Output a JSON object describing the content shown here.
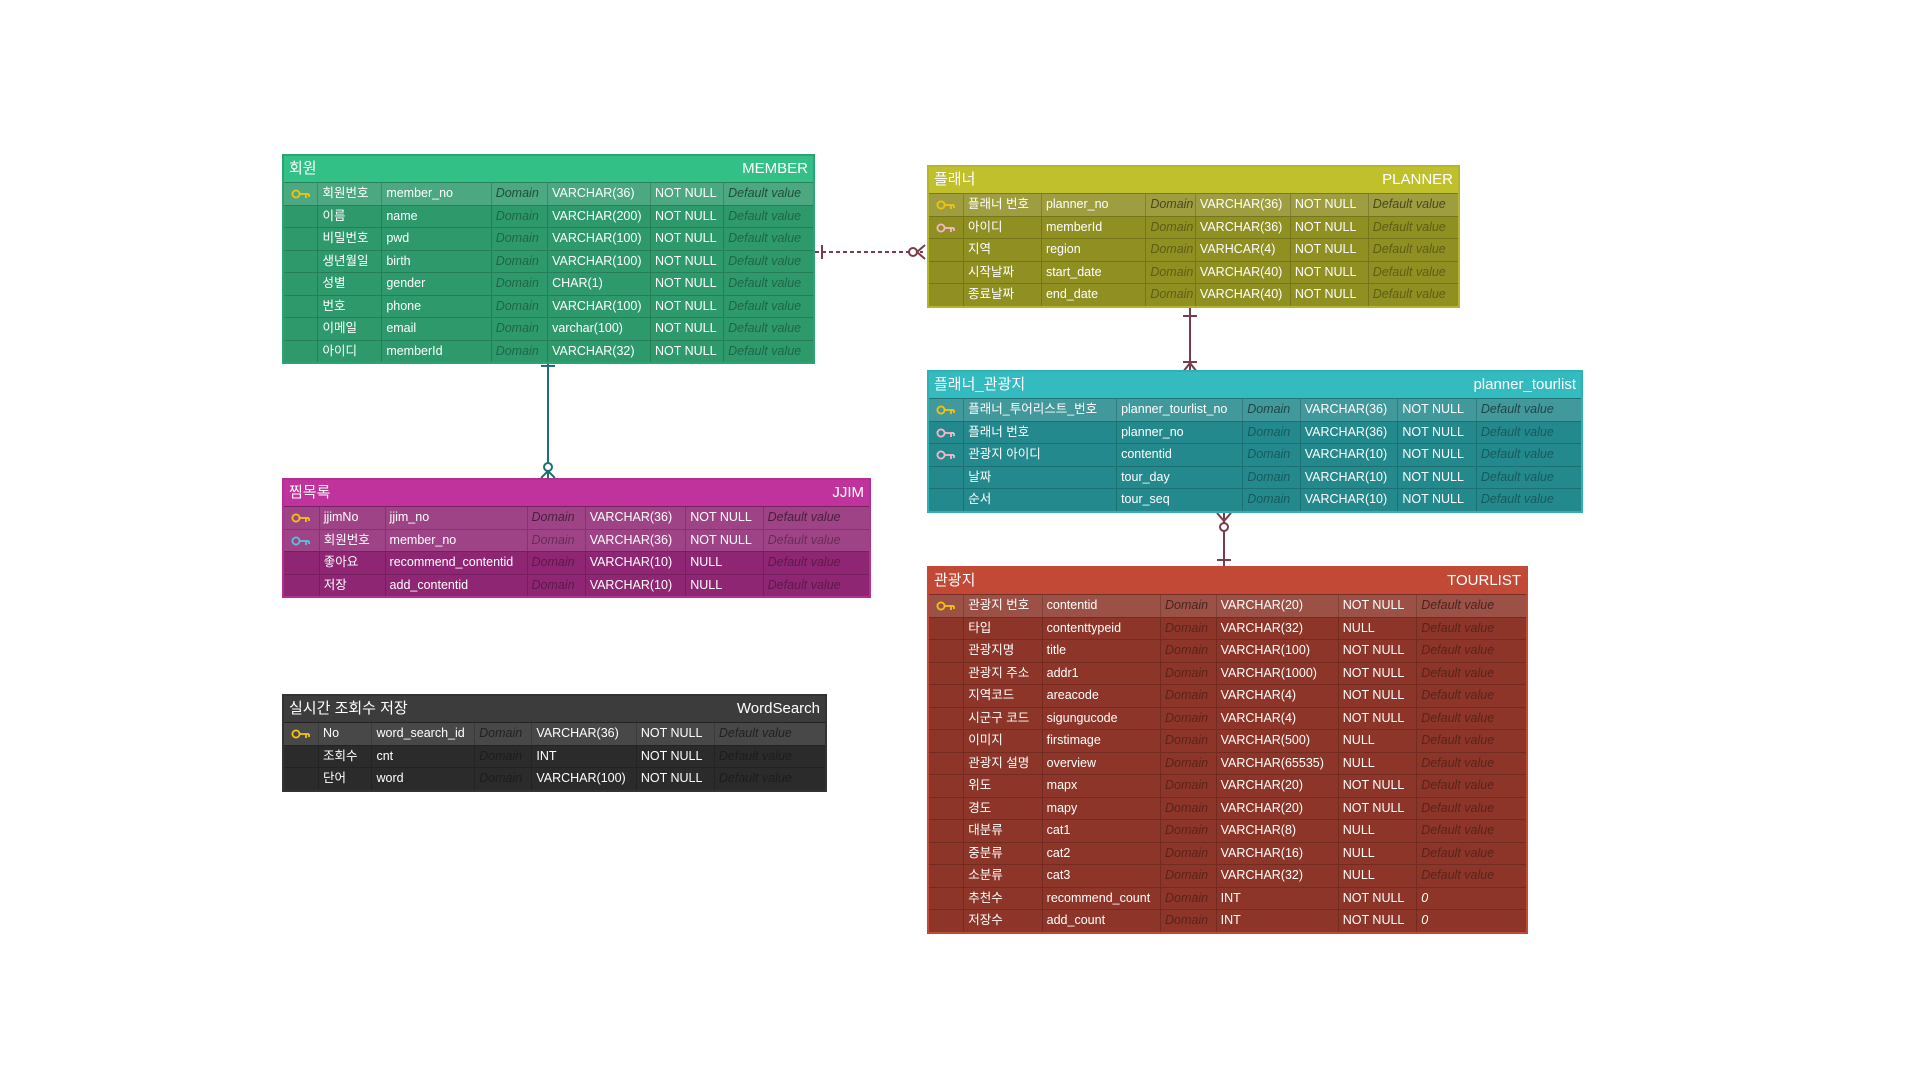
{
  "colors": {
    "member": "#33c087",
    "planner": "#c0c02d",
    "planner_tourlist": "#33bbc0",
    "jjim": "#c0339c",
    "wordsearch": "#3c3c3c",
    "tourlist": "#c24936",
    "pk_key": "#f1c40f",
    "fk_key": "#f7b7c9",
    "pfk_key": "#5bc0de",
    "relation_line": "#7a3b4a"
  },
  "tables": {
    "member": {
      "logical_name": "회원",
      "physical_name": "MEMBER",
      "columns": [
        {
          "key": "pk",
          "logical": "회원번호",
          "physical": "member_no",
          "domain": "Domain",
          "type": "VARCHAR(36)",
          "nullable": "NOT NULL",
          "default": "Default value"
        },
        {
          "key": "",
          "logical": "이름",
          "physical": "name",
          "domain": "Domain",
          "type": "VARCHAR(200)",
          "nullable": "NOT NULL",
          "default": "Default value"
        },
        {
          "key": "",
          "logical": "비밀번호",
          "physical": "pwd",
          "domain": "Domain",
          "type": "VARCHAR(100)",
          "nullable": "NOT NULL",
          "default": "Default value"
        },
        {
          "key": "",
          "logical": "생년월일",
          "physical": "birth",
          "domain": "Domain",
          "type": "VARCHAR(100)",
          "nullable": "NOT NULL",
          "default": "Default value"
        },
        {
          "key": "",
          "logical": "성별",
          "physical": "gender",
          "domain": "Domain",
          "type": "CHAR(1)",
          "nullable": "NOT NULL",
          "default": "Default value"
        },
        {
          "key": "",
          "logical": "번호",
          "physical": "phone",
          "domain": "Domain",
          "type": "VARCHAR(100)",
          "nullable": "NOT NULL",
          "default": "Default value"
        },
        {
          "key": "",
          "logical": "이메일",
          "physical": "email",
          "domain": "Domain",
          "type": "varchar(100)",
          "nullable": "NOT NULL",
          "default": "Default value"
        },
        {
          "key": "",
          "logical": "아이디",
          "physical": "memberId",
          "domain": "Domain",
          "type": "VARCHAR(32)",
          "nullable": "NOT NULL",
          "default": "Default value"
        }
      ]
    },
    "planner": {
      "logical_name": "플래너",
      "physical_name": "PLANNER",
      "columns": [
        {
          "key": "pk",
          "logical": "플래너 번호",
          "physical": "planner_no",
          "domain": "Domain",
          "type": "VARCHAR(36)",
          "nullable": "NOT NULL",
          "default": "Default value"
        },
        {
          "key": "fk",
          "logical": "아이디",
          "physical": "memberId",
          "domain": "Domain",
          "type": "VARCHAR(36)",
          "nullable": "NOT NULL",
          "default": "Default value"
        },
        {
          "key": "",
          "logical": "지역",
          "physical": "region",
          "domain": "Domain",
          "type": "VARHCAR(4)",
          "nullable": "NOT NULL",
          "default": "Default value"
        },
        {
          "key": "",
          "logical": "시작날짜",
          "physical": "start_date",
          "domain": "Domain",
          "type": "VARCHAR(40)",
          "nullable": "NOT NULL",
          "default": "Default value"
        },
        {
          "key": "",
          "logical": "종료날짜",
          "physical": "end_date",
          "domain": "Domain",
          "type": "VARCHAR(40)",
          "nullable": "NOT NULL",
          "default": "Default value"
        }
      ]
    },
    "planner_tourlist": {
      "logical_name": "플래너_관광지",
      "physical_name": "planner_tourlist",
      "columns": [
        {
          "key": "pk",
          "logical": "플래너_투어리스트_번호",
          "physical": "planner_tourlist_no",
          "domain": "Domain",
          "type": "VARCHAR(36)",
          "nullable": "NOT NULL",
          "default": "Default value"
        },
        {
          "key": "fk",
          "logical": "플래너 번호",
          "physical": "planner_no",
          "domain": "Domain",
          "type": "VARCHAR(36)",
          "nullable": "NOT NULL",
          "default": "Default value"
        },
        {
          "key": "fk",
          "logical": "관광지 아이디",
          "physical": "contentid",
          "domain": "Domain",
          "type": "VARCHAR(10)",
          "nullable": "NOT NULL",
          "default": "Default value"
        },
        {
          "key": "",
          "logical": "날짜",
          "physical": "tour_day",
          "domain": "Domain",
          "type": "VARCHAR(10)",
          "nullable": "NOT NULL",
          "default": "Default value"
        },
        {
          "key": "",
          "logical": "순서",
          "physical": "tour_seq",
          "domain": "Domain",
          "type": "VARCHAR(10)",
          "nullable": "NOT NULL",
          "default": "Default value"
        }
      ]
    },
    "jjim": {
      "logical_name": "찜목록",
      "physical_name": "JJIM",
      "columns": [
        {
          "key": "pk",
          "logical": "jjimNo",
          "physical": "jjim_no",
          "domain": "Domain",
          "type": "VARCHAR(36)",
          "nullable": "NOT NULL",
          "default": "Default value"
        },
        {
          "key": "pfk",
          "logical": "회원번호",
          "physical": "member_no",
          "domain": "Domain",
          "type": "VARCHAR(36)",
          "nullable": "NOT NULL",
          "default": "Default value"
        },
        {
          "key": "",
          "logical": "좋아요",
          "physical": "recommend_contentid",
          "domain": "Domain",
          "type": "VARCHAR(10)",
          "nullable": "NULL",
          "default": "Default value"
        },
        {
          "key": "",
          "logical": "저장",
          "physical": "add_contentid",
          "domain": "Domain",
          "type": "VARCHAR(10)",
          "nullable": "NULL",
          "default": "Default value"
        }
      ]
    },
    "wordsearch": {
      "logical_name": "실시간 조회수 저장",
      "physical_name": "WordSearch",
      "columns": [
        {
          "key": "pk",
          "logical": "No",
          "physical": "word_search_id",
          "domain": "Domain",
          "type": "VARCHAR(36)",
          "nullable": "NOT NULL",
          "default": "Default value"
        },
        {
          "key": "",
          "logical": "조회수",
          "physical": "cnt",
          "domain": "Domain",
          "type": "INT",
          "nullable": "NOT NULL",
          "default": "Default value"
        },
        {
          "key": "",
          "logical": "단어",
          "physical": "word",
          "domain": "Domain",
          "type": "VARCHAR(100)",
          "nullable": "NOT NULL",
          "default": "Default value"
        }
      ]
    },
    "tourlist": {
      "logical_name": "관광지",
      "physical_name": "TOURLIST",
      "columns": [
        {
          "key": "pk",
          "logical": "관광지 번호",
          "physical": "contentid",
          "domain": "Domain",
          "type": "VARCHAR(20)",
          "nullable": "NOT NULL",
          "default": "Default value"
        },
        {
          "key": "",
          "logical": "타입",
          "physical": "contenttypeid",
          "domain": "Domain",
          "type": "VARCHAR(32)",
          "nullable": "NULL",
          "default": "Default value"
        },
        {
          "key": "",
          "logical": "관광지명",
          "physical": "title",
          "domain": "Domain",
          "type": "VARCHAR(100)",
          "nullable": "NOT NULL",
          "default": "Default value"
        },
        {
          "key": "",
          "logical": "관광지 주소",
          "physical": "addr1",
          "domain": "Domain",
          "type": "VARCHAR(1000)",
          "nullable": "NOT NULL",
          "default": "Default value"
        },
        {
          "key": "",
          "logical": "지역코드",
          "physical": "areacode",
          "domain": "Domain",
          "type": "VARCHAR(4)",
          "nullable": "NOT NULL",
          "default": "Default value"
        },
        {
          "key": "",
          "logical": "시군구 코드",
          "physical": "sigungucode",
          "domain": "Domain",
          "type": "VARCHAR(4)",
          "nullable": "NOT NULL",
          "default": "Default value"
        },
        {
          "key": "",
          "logical": "이미지",
          "physical": "firstimage",
          "domain": "Domain",
          "type": "VARCHAR(500)",
          "nullable": "NULL",
          "default": "Default value"
        },
        {
          "key": "",
          "logical": "관광지 설명",
          "physical": "overview",
          "domain": "Domain",
          "type": "VARCHAR(65535)",
          "nullable": "NULL",
          "default": "Default value"
        },
        {
          "key": "",
          "logical": "위도",
          "physical": "mapx",
          "domain": "Domain",
          "type": "VARCHAR(20)",
          "nullable": "NOT NULL",
          "default": "Default value"
        },
        {
          "key": "",
          "logical": "경도",
          "physical": "mapy",
          "domain": "Domain",
          "type": "VARCHAR(20)",
          "nullable": "NOT NULL",
          "default": "Default value"
        },
        {
          "key": "",
          "logical": "대분류",
          "physical": "cat1",
          "domain": "Domain",
          "type": "VARCHAR(8)",
          "nullable": "NULL",
          "default": "Default value"
        },
        {
          "key": "",
          "logical": "중분류",
          "physical": "cat2",
          "domain": "Domain",
          "type": "VARCHAR(16)",
          "nullable": "NULL",
          "default": "Default value"
        },
        {
          "key": "",
          "logical": "소분류",
          "physical": "cat3",
          "domain": "Domain",
          "type": "VARCHAR(32)",
          "nullable": "NULL",
          "default": "Default value"
        },
        {
          "key": "",
          "logical": "추천수",
          "physical": "recommend_count",
          "domain": "Domain",
          "type": "INT",
          "nullable": "NOT NULL",
          "default": "0"
        },
        {
          "key": "",
          "logical": "저장수",
          "physical": "add_count",
          "domain": "Domain",
          "type": "INT",
          "nullable": "NOT NULL",
          "default": "0"
        }
      ]
    }
  },
  "relations": [
    {
      "from": "member",
      "to": "planner",
      "style": "dashed",
      "notation": "one-to-zero-or-many"
    },
    {
      "from": "member",
      "to": "jjim",
      "style": "solid",
      "notation": "one-to-zero-or-many"
    },
    {
      "from": "planner",
      "to": "planner_tourlist",
      "style": "solid",
      "notation": "one-to-many"
    },
    {
      "from": "tourlist",
      "to": "planner_tourlist",
      "style": "solid",
      "notation": "one-to-zero-or-many"
    }
  ]
}
